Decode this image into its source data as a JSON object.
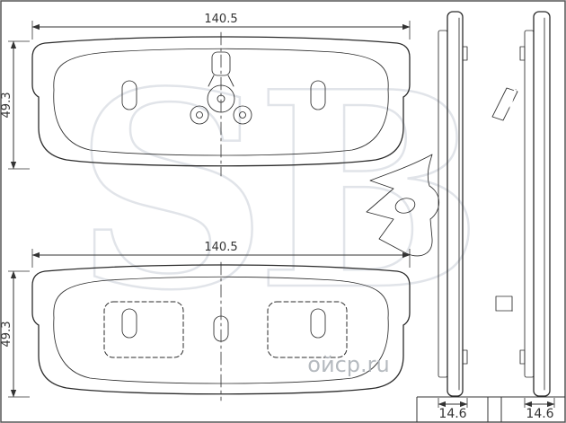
{
  "title": "brake-pad-technical-drawing",
  "dimensions": {
    "pad_top_width": "140.5",
    "pad_top_height": "49.3",
    "pad_bottom_width": "140.5",
    "pad_bottom_height": "49.3",
    "side_left_thickness": "14.6",
    "side_right_thickness": "14.6"
  },
  "watermark": {
    "site": "ойср.ru",
    "emblem": "SB"
  },
  "colors": {
    "line": "#2b2b2b",
    "dim": "#333333",
    "watermark_text": "#a9aeb5",
    "watermark_emblem": "#e1e4e9",
    "background": "#ffffff"
  }
}
